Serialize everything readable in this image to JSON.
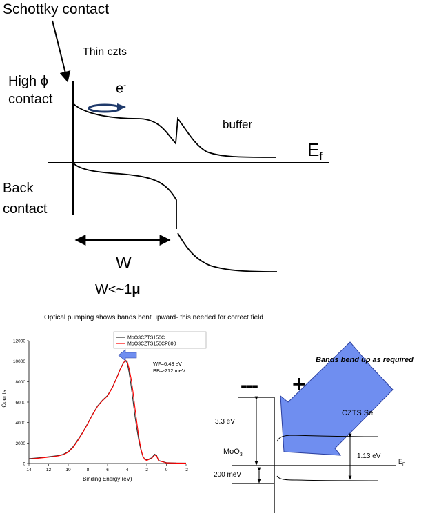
{
  "upper_diagram": {
    "schottky_label": "Schottky contact",
    "thin_czts_label": "Thin czts",
    "high_phi_line1": "High ϕ",
    "high_phi_line2": "contact",
    "electron_label": "e",
    "electron_sup": "-",
    "buffer_label": "buffer",
    "ef_label": "E",
    "ef_sub": "f",
    "back_line1": "Back",
    "back_line2": "contact",
    "width_label": "W",
    "width_condition_prefix": "W<~1",
    "width_condition_unit": "μ"
  },
  "xps_panel": {
    "title": "Optical pumping shows bands bent upward- this needed for correct field",
    "chart_data": {
      "type": "line",
      "xlabel": "Binding Energy (eV)",
      "ylabel": "Counts",
      "xlim": [
        14,
        -2
      ],
      "ylim": [
        0,
        12000
      ],
      "x_ticks": [
        "14",
        "12",
        "10",
        "8",
        "6",
        "4",
        "2",
        "0",
        "-2"
      ],
      "y_ticks": [
        "0",
        "2000",
        "4000",
        "6000",
        "8000",
        "10000",
        "12000"
      ],
      "legend": [
        "MoO3CZTS150C",
        "MoO3CZTS150CP800"
      ],
      "annotations": [
        "WF=6.43 eV",
        "BB=-212 meV"
      ],
      "series": [
        {
          "name": "MoO3CZTS150C",
          "color": "#333333",
          "x": [
            14,
            13,
            12,
            11,
            10.5,
            10,
            9.5,
            9,
            8.5,
            8,
            7.5,
            7,
            6.5,
            6,
            5.5,
            5,
            4.7,
            4.4,
            4.2,
            4.0,
            3.8,
            3.6,
            3.4,
            3.2,
            3.0,
            2.8,
            2.6,
            2.4,
            2.2,
            2.0,
            1.5,
            1.2,
            1.0,
            0.8,
            0,
            -1,
            -2
          ],
          "y": [
            480,
            560,
            660,
            780,
            900,
            1150,
            1650,
            2350,
            3100,
            3950,
            4850,
            5650,
            6200,
            6650,
            7450,
            8550,
            9250,
            9800,
            10050,
            9850,
            8900,
            7600,
            6150,
            4600,
            3300,
            2200,
            1300,
            700,
            420,
            360,
            560,
            900,
            780,
            300,
            80,
            50,
            40
          ]
        },
        {
          "name": "MoO3CZTS150CP800",
          "color": "#ff0000",
          "x": [
            14,
            13,
            12,
            11,
            10.5,
            10,
            9.5,
            9,
            8.5,
            8,
            7.5,
            7,
            6.5,
            6,
            5.5,
            5,
            4.7,
            4.4,
            4.2,
            4.0,
            3.8,
            3.6,
            3.4,
            3.2,
            3.0,
            2.8,
            2.6,
            2.4,
            2.2,
            2.0,
            1.5,
            1.2,
            1.0,
            0.8,
            0,
            -1,
            -2
          ],
          "y": [
            430,
            520,
            620,
            740,
            860,
            1100,
            1580,
            2280,
            3050,
            3900,
            4800,
            5600,
            6150,
            6600,
            7400,
            8500,
            9200,
            9750,
            10100,
            10000,
            9300,
            8300,
            7000,
            5400,
            3900,
            2500,
            1450,
            720,
            380,
            300,
            500,
            820,
            720,
            260,
            60,
            40,
            30
          ]
        }
      ]
    }
  },
  "band_panel": {
    "title": "Bands bend up as required",
    "minus_signs": "---",
    "plus_sign": "+",
    "czts_label": "CZTS,Se",
    "gap_label": "3.3 eV",
    "moo3_label": "MoO",
    "moo3_sub": "3",
    "bandgap_label": "1.13 eV",
    "ef_label": "E",
    "ef_sub": "F",
    "offset_label": "200 meV",
    "arrow_color": "#6f8ef0"
  }
}
